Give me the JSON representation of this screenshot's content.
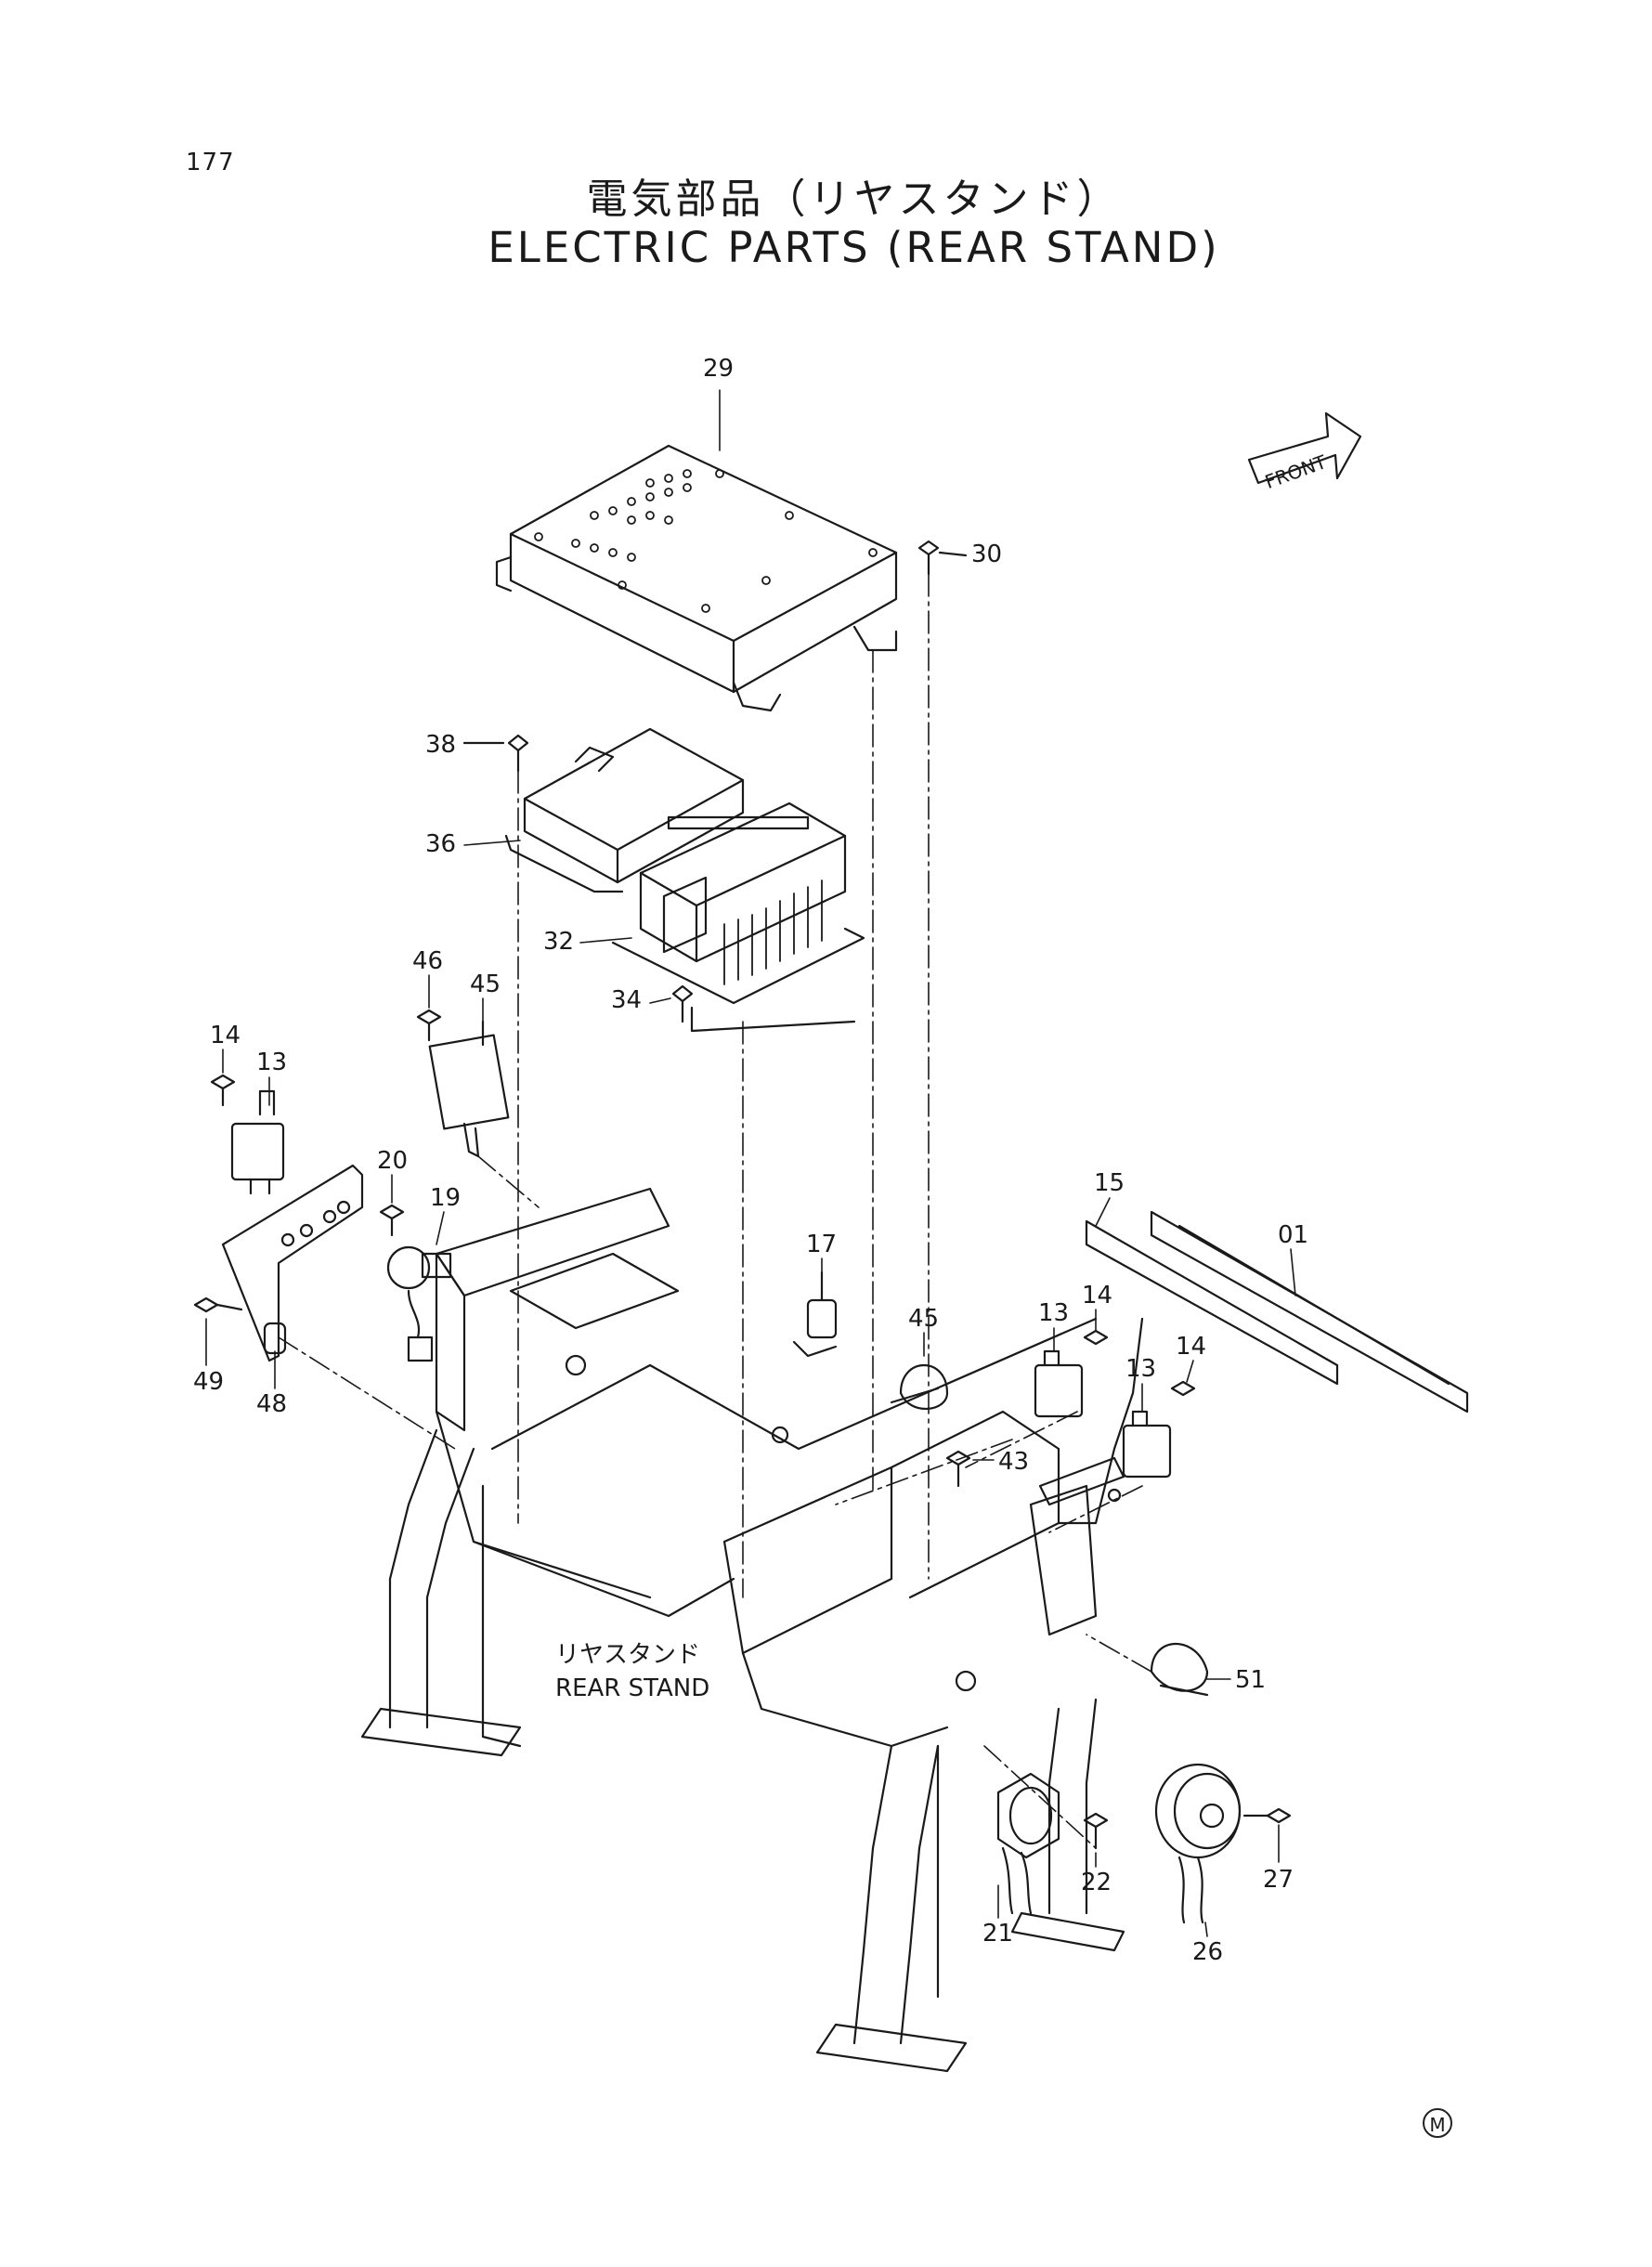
{
  "page_number": "177",
  "title_jp": "電気部品（リヤスタンド）",
  "title_en": "ELECTRIC PARTS (REAR STAND)",
  "front_label": "FRONT",
  "rear_stand_jp": "リヤスタンド",
  "rear_stand_en": "REAR STAND",
  "corner_mark": "M",
  "callouts": {
    "c29": "29",
    "c30": "30",
    "c38": "38",
    "c36": "36",
    "c32": "32",
    "c34": "34",
    "c46": "46",
    "c45a": "45",
    "c14a": "14",
    "c13a": "13",
    "c20": "20",
    "c19": "19",
    "c49": "49",
    "c48": "48",
    "c17": "17",
    "c45b": "45",
    "c15": "15",
    "c01": "01",
    "c14b": "14",
    "c13b": "13",
    "c14c": "14",
    "c13c": "13",
    "c43": "43",
    "c51": "51",
    "c22": "22",
    "c21": "21",
    "c26": "26",
    "c27": "27"
  }
}
